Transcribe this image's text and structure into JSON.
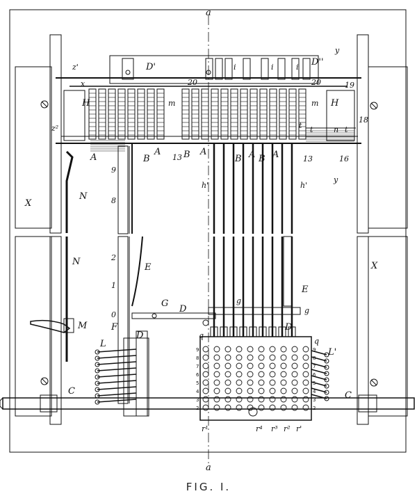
{
  "figure": {
    "caption": "FIG. I.",
    "axis_label": "a",
    "labels": {
      "D_prime": "D'",
      "D_dprime": "D''",
      "i": "i",
      "y": "y",
      "x": "x",
      "X": "X",
      "N": "N",
      "H": "H",
      "m": "m",
      "n": "n",
      "t": "t",
      "A": "A",
      "B": "B",
      "E": "E",
      "G": "G",
      "D": "D",
      "F": "F",
      "M": "M",
      "L": "L",
      "L_prime": "L'",
      "C": "C",
      "g": "g",
      "q": "q",
      "z_prime": "z'",
      "z_two": "z²",
      "num_13": "13",
      "num_16": "16",
      "num_18": "18",
      "num_19": "19",
      "num_20": "20",
      "h_prime": "h'",
      "r1": "r¹",
      "r2": "r²",
      "r3": "r³",
      "r4": "r⁴",
      "r1b": "r'"
    },
    "scale_upper": [
      "9",
      "8"
    ],
    "scale_lower": [
      "2",
      "1",
      "0"
    ],
    "key_digits": [
      "9",
      "8",
      "7",
      "6",
      "5",
      "4",
      "3",
      "2"
    ]
  }
}
